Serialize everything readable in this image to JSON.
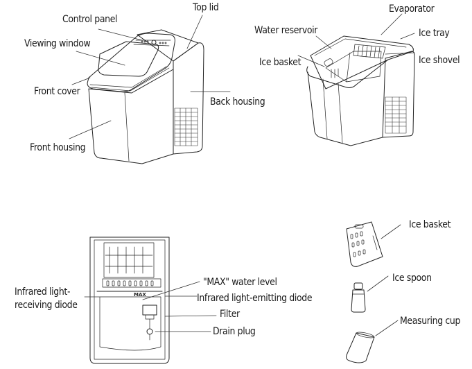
{
  "figure1": {
    "title": "Ice maker exterior (closed)",
    "labels": {
      "control_panel": "Control panel",
      "top_lid": "Top lid",
      "viewing_window": "Viewing window",
      "front_cover": "Front cover",
      "back_housing": "Back housing",
      "front_housing": "Front housing"
    }
  },
  "figure2": {
    "title": "Ice maker interior (lid open)",
    "labels": {
      "evaporator": "Evaporator",
      "water_reservoir": "Water reservoir",
      "ice_tray": "Ice tray",
      "ice_basket": "Ice basket",
      "ice_shovel": "Ice shovel"
    }
  },
  "figure3": {
    "title": "Top view of interior",
    "max_marking": "MAX",
    "labels": {
      "max_water_level": "\"MAX\" water level",
      "ir_receiving_line1": "Infrared light-",
      "ir_receiving_line2": "receiving diode",
      "ir_emitting": "Infrared light-emitting diode",
      "filter": "Filter",
      "drain_plug": "Drain plug"
    }
  },
  "figure4": {
    "title": "Accessories",
    "labels": {
      "ice_basket": "Ice basket",
      "ice_spoon": "Ice spoon",
      "measuring_cup": "Measuring cup"
    }
  }
}
